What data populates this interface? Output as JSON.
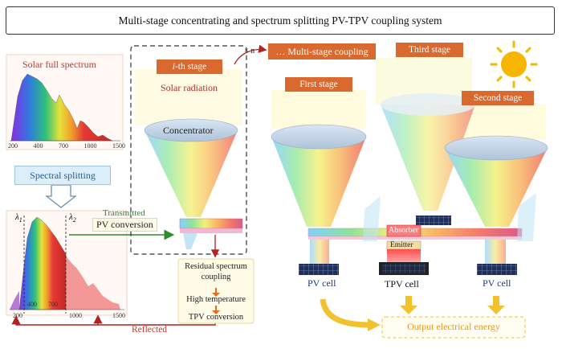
{
  "title": "Multi-stage concentrating and spectrum splitting PV-TPV coupling system",
  "left": {
    "full_spectrum_label": "Solar full spectrum",
    "full_ticks": [
      "200",
      "400",
      "700",
      "1000",
      "1500"
    ],
    "splitting_label": "Spectral splitting",
    "lambda1": "λ",
    "lambda1_sub": "1",
    "lambda2": "λ",
    "lambda2_sub": "2",
    "split_ticks": [
      "200",
      "400",
      "700",
      "1000",
      "1500"
    ],
    "transmitted_label": "Transmitted",
    "pv_conversion_label": "PV conversion",
    "reflected_label": "Reflected"
  },
  "stage": {
    "tag_prefix": "i",
    "tag_suffix": "-th stage",
    "solar_radiation_label": "Solar radiation",
    "concentrator_label": "Concentrator",
    "times_n": "× n",
    "residual": [
      "Residual spectrum",
      "coupling",
      "High temperature",
      "TPV conversion"
    ]
  },
  "right": {
    "multi_stage_tag": "… Multi-stage coupling",
    "third_stage_tag": "Third stage",
    "first_stage_tag": "First stage",
    "second_stage_tag": "Second stage",
    "absorber_label": "Absorber",
    "emitter_label": "Emitter",
    "pv_cell_left": "PV cell",
    "tpv_cell": "TPV cell",
    "pv_cell_right": "PV cell",
    "output_label": "Output  electrical energy"
  },
  "colors": {
    "orange_tag": "#d9692f",
    "red_arrow": "#b22222",
    "green_arrow": "#2e8b2e",
    "yellow_arrow": "#f2c12e",
    "sun": "#f7b500"
  }
}
